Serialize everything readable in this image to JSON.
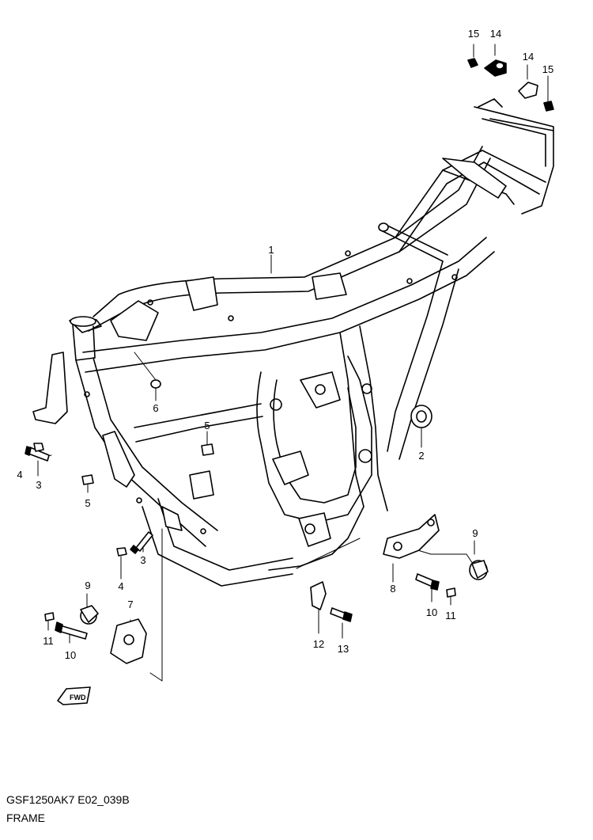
{
  "diagram": {
    "code": "GSF1250AK7 E02_039B",
    "title": "FRAME",
    "fwd_label": "FWD",
    "callouts": [
      {
        "id": "c1",
        "text": "1"
      },
      {
        "id": "c2",
        "text": "2"
      },
      {
        "id": "c3a",
        "text": "3"
      },
      {
        "id": "c3b",
        "text": "3"
      },
      {
        "id": "c4a",
        "text": "4"
      },
      {
        "id": "c4b",
        "text": "4"
      },
      {
        "id": "c5a",
        "text": "5"
      },
      {
        "id": "c5b",
        "text": "5"
      },
      {
        "id": "c6",
        "text": "6"
      },
      {
        "id": "c7",
        "text": "7"
      },
      {
        "id": "c8",
        "text": "8"
      },
      {
        "id": "c9a",
        "text": "9"
      },
      {
        "id": "c9b",
        "text": "9"
      },
      {
        "id": "c10a",
        "text": "10"
      },
      {
        "id": "c10b",
        "text": "10"
      },
      {
        "id": "c11a",
        "text": "11"
      },
      {
        "id": "c11b",
        "text": "11"
      },
      {
        "id": "c12",
        "text": "12"
      },
      {
        "id": "c13",
        "text": "13"
      },
      {
        "id": "c14a",
        "text": "14"
      },
      {
        "id": "c14b",
        "text": "14"
      },
      {
        "id": "c15a",
        "text": "15"
      },
      {
        "id": "c15b",
        "text": "15"
      }
    ]
  }
}
